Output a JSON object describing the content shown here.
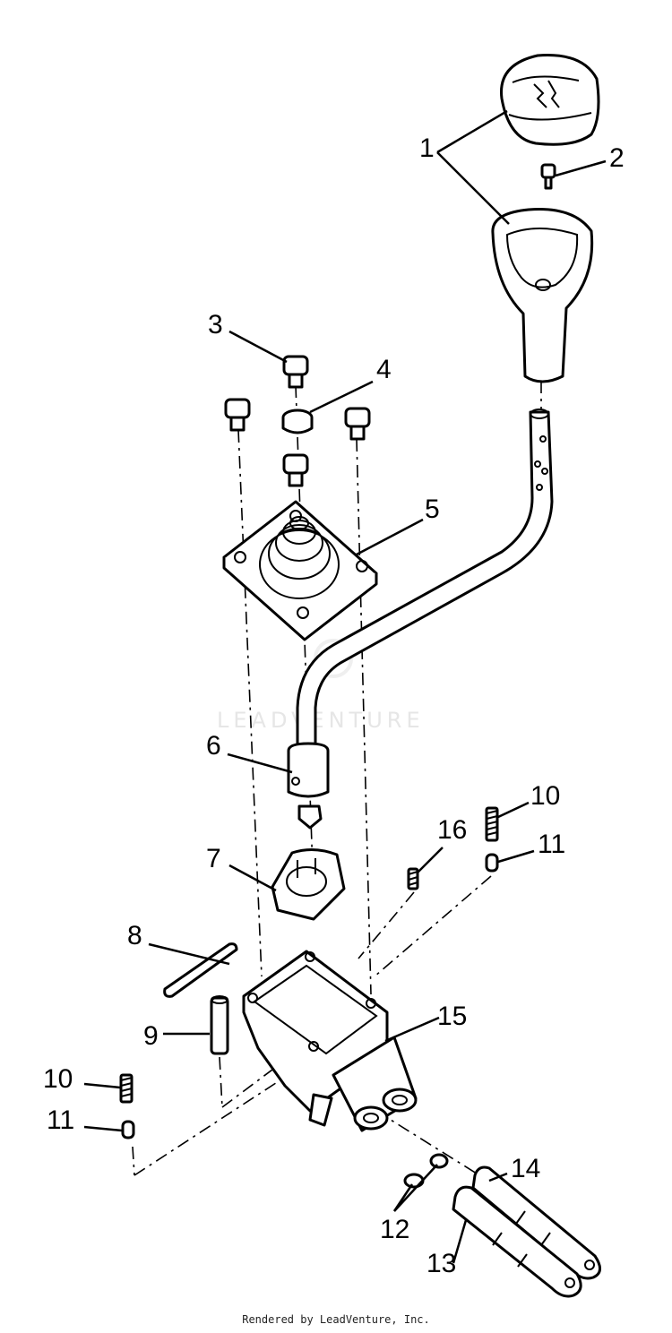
{
  "watermark": "LEADVENTURE",
  "footer": "Rendered by LeadVenture, Inc.",
  "callouts": {
    "c1": "1",
    "c2": "2",
    "c3": "3",
    "c4": "4",
    "c5": "5",
    "c6": "6",
    "c7": "7",
    "c8": "8",
    "c9": "9",
    "c10a": "10",
    "c10b": "10",
    "c11a": "11",
    "c11b": "11",
    "c12": "12",
    "c13": "13",
    "c14": "14",
    "c15": "15",
    "c16": "16"
  }
}
